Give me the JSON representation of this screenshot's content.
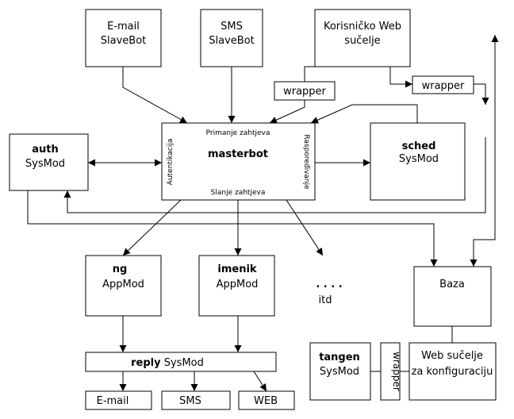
{
  "nodes": {
    "email_slavebot": {
      "line1": "E-mail",
      "line2": "SlaveBot"
    },
    "sms_slavebot": {
      "line1": "SMS",
      "line2": "SlaveBot"
    },
    "web_ui": {
      "line1": "Korisničko Web",
      "line2": "sučelje"
    },
    "wrapper_1": {
      "label": "wrapper"
    },
    "wrapper_2": {
      "label": "wrapper"
    },
    "wrapper_3": {
      "label": "wrapper"
    },
    "auth": {
      "title": "auth",
      "subtitle": "SysMod"
    },
    "masterbot": {
      "title": "masterbot",
      "top": "Primanje zahtjeva",
      "bottom": "Slanje zahtjeva",
      "left": "Autentikacija",
      "right": "Raspoređivanje"
    },
    "sched": {
      "title": "sched",
      "subtitle": "SysMod"
    },
    "ng": {
      "title": "ng",
      "subtitle": "AppMod"
    },
    "imenik": {
      "title": "imenik",
      "subtitle": "AppMod"
    },
    "itd": {
      "dots": ". . . .",
      "label": "itd"
    },
    "baza": {
      "label": "Baza"
    },
    "reply": {
      "bold": "reply",
      "rest": " SysMod"
    },
    "out_email": {
      "label": "E-mail"
    },
    "out_sms": {
      "label": "SMS"
    },
    "out_web": {
      "label": "WEB"
    },
    "tangen": {
      "title": "tangen",
      "subtitle": "SysMod"
    },
    "web_config": {
      "line1": "Web sučelje",
      "line2": "za konfiguraciju"
    }
  }
}
